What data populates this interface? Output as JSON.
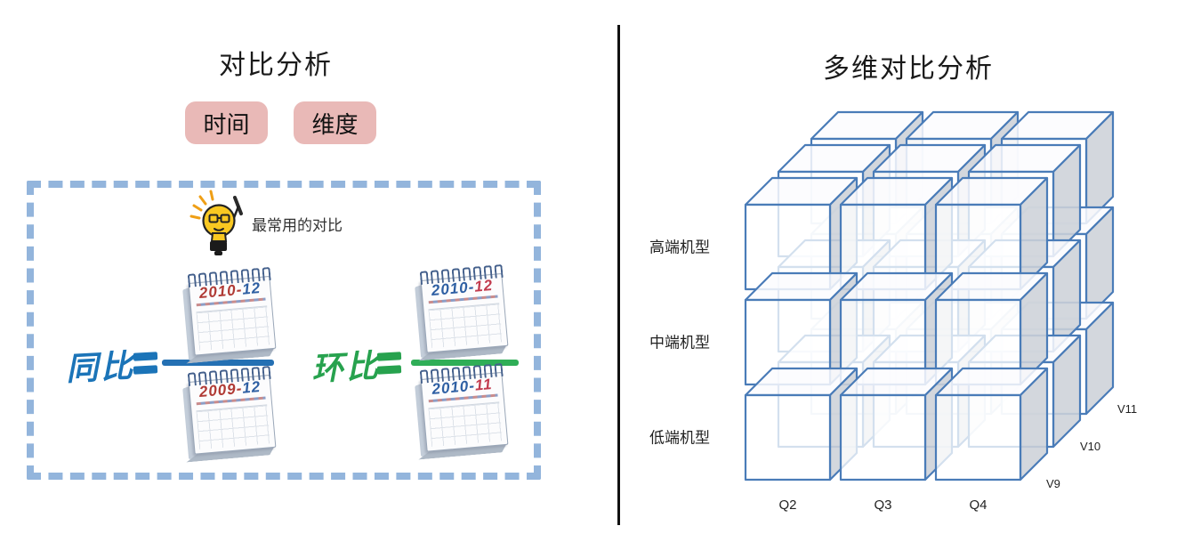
{
  "left_panel": {
    "title": "对比分析",
    "tags": [
      {
        "label": "时间"
      },
      {
        "label": "维度"
      }
    ],
    "tag_bg": "#e9b9b7",
    "box_border_color": "#93b5dc",
    "tip": {
      "icon": "lightbulb-idea-icon",
      "text": "最常用的对比"
    },
    "formulas": [
      {
        "name": "同比",
        "name_color": "#1b74b8",
        "line_color": "#2470b3",
        "numerator": {
          "year": "2010-",
          "month": "12",
          "year_color": "#b03a35",
          "month_color": "#2e5fa3"
        },
        "denominator": {
          "year": "2009-",
          "month": "12",
          "year_color": "#b03a35",
          "month_color": "#2e5fa3"
        }
      },
      {
        "name": "环比",
        "name_color": "#27a24e",
        "line_color": "#2fae57",
        "numerator": {
          "year": "2010-",
          "month": "12",
          "year_color": "#2e5fa3",
          "month_color": "#c23b4e"
        },
        "denominator": {
          "year": "2010-",
          "month": "11",
          "year_color": "#2e5fa3",
          "month_color": "#c23b4e"
        }
      }
    ]
  },
  "right_panel": {
    "title": "多维对比分析",
    "cube": {
      "rows": [
        "高端机型",
        "中端机型",
        "低端机型"
      ],
      "cols": [
        "Q2",
        "Q3",
        "Q4"
      ],
      "depth": [
        "V9",
        "V10",
        "V11"
      ],
      "stroke": "#4a7cb8",
      "front_fill": "rgba(255,255,255,0.76)",
      "top_fill": "rgba(251,252,254,0.85)",
      "side_fill": "rgba(205,209,216,0.88)"
    }
  }
}
